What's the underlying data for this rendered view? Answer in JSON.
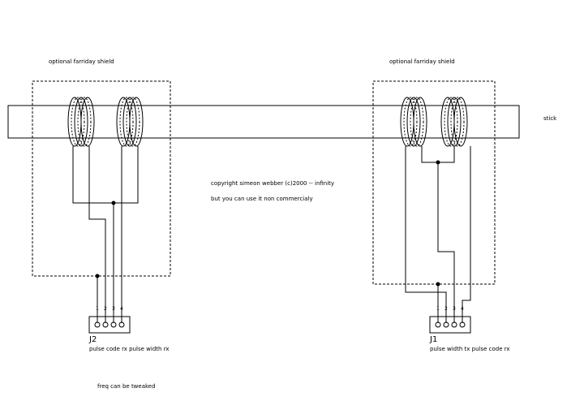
{
  "labels": {
    "shield_left": "optional  farriday shield",
    "shield_right": "optional  farriday shield",
    "stick": "stick",
    "copyright": "copyright simeon webber (c)2000 --  infinity",
    "license": "but you  can use it  non commercialy",
    "freq": "freq  can  be  tweaked",
    "j2_ref": "J2",
    "j2_desc": "pulse code  rx pulse width rx",
    "j1_ref": "J1",
    "j1_desc": "pulse width  tx pulse code  rx"
  },
  "connectors": {
    "j2_pins": [
      "1",
      "2",
      "3",
      "4"
    ],
    "j1_pins": [
      "1",
      "2",
      "3",
      "4"
    ]
  }
}
